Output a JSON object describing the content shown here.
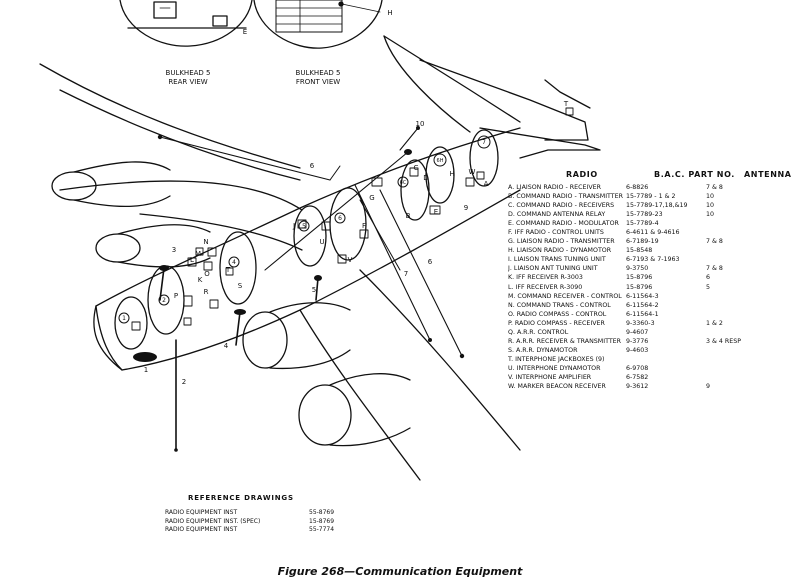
{
  "bulkheads": [
    {
      "line1": "BULKHEAD 5",
      "line2": "REAR VIEW"
    },
    {
      "line1": "BULKHEAD 5",
      "line2": "FRONT VIEW"
    }
  ],
  "bulkhead_marks": {
    "e": "E",
    "h": "H"
  },
  "callouts": {
    "n1": "1",
    "n2": "2",
    "n3": "3",
    "n4": "4",
    "n5": "5",
    "n6a": "6",
    "n6b": "6",
    "n7": "7",
    "n9": "9",
    "n10": "10",
    "cA": "A",
    "cB": "B",
    "cC": "C",
    "cD": "D",
    "cE": "E",
    "cF": "F",
    "cG": "G",
    "cH": "H",
    "cJ": "J",
    "cK": "K",
    "cL": "L",
    "cM": "M",
    "cN": "N",
    "cO": "O",
    "cP": "P",
    "cR": "R",
    "cS": "S",
    "cT": "T",
    "cU": "U",
    "cV": "V",
    "cW": "W",
    "cT2": "T",
    "z1": "1",
    "z2": "2",
    "z4": "4",
    "z5": "5",
    "z6": "6",
    "z6h": "6H",
    "z6c": "6C",
    "z7": "7"
  },
  "table": {
    "headers": [
      "RADIO",
      "B.A.C. PART NO.",
      "ANTENNA"
    ],
    "rows": [
      [
        "A. LIAISON RADIO - RECEIVER",
        "6-8826",
        "7 & 8"
      ],
      [
        "B. COMMAND RADIO - TRANSMITTER",
        "15-7789 - 1 & 2",
        "10"
      ],
      [
        "C. COMMAND RADIO - RECEIVERS",
        "15-7789-17,18,&19",
        "10"
      ],
      [
        "D. COMMAND ANTENNA RELAY",
        "15-7789-23",
        "10"
      ],
      [
        "E. COMMAND RADIO - MODULATOR",
        "15-7789-4",
        ""
      ],
      [
        "F. IFF RADIO - CONTROL UNITS",
        "6-4611 & 9-4616",
        ""
      ],
      [
        "G. LIAISON RADIO - TRANSMITTER",
        "6-7189-19",
        "7 & 8"
      ],
      [
        "H. LIAISON RADIO - DYNAMOTOR",
        "15-8548",
        ""
      ],
      [
        "I. LIAISON TRANS TUNING UNIT",
        "6-7193 & 7-1963",
        ""
      ],
      [
        "J. LIAISON ANT TUNING UNIT",
        "9-3750",
        "7 & 8"
      ],
      [
        "K. IFF RECEIVER R-3003",
        "15-8796",
        "6"
      ],
      [
        "L. IFF RECEIVER R-3090",
        "15-8796",
        "5"
      ],
      [
        "M. COMMAND RECEIVER - CONTROL",
        "6-11564-3",
        ""
      ],
      [
        "N. COMMAND TRANS - CONTROL",
        "6-11564-2",
        ""
      ],
      [
        "O. RADIO COMPASS - CONTROL",
        "6-11564-1",
        ""
      ],
      [
        "P. RADIO COMPASS - RECEIVER",
        "9-3360-3",
        "1 & 2"
      ],
      [
        "Q. A.R.R. CONTROL",
        "9-4607",
        ""
      ],
      [
        "R. A.R.R. RECEIVER & TRANSMITTER",
        "9-3776",
        "3 & 4 RESP"
      ],
      [
        "S. A.R.R. DYNAMOTOR",
        "9-4603",
        ""
      ],
      [
        "T. INTERPHONE JACKBOXES (9)",
        "",
        ""
      ],
      [
        "U. INTERPHONE DYNAMOTOR",
        "6-9708",
        ""
      ],
      [
        "V. INTERPHONE AMPLIFIER",
        "6-7582",
        ""
      ],
      [
        "W. MARKER BEACON RECEIVER",
        "9-3612",
        "9"
      ]
    ]
  },
  "references": {
    "title": "REFERENCE DRAWINGS",
    "rows": [
      [
        "RADIO EQUIPMENT INST",
        "55-8769"
      ],
      [
        "RADIO EQUIPMENT INST. (SPEC)",
        "15-8769"
      ],
      [
        "RADIO EQUIPMENT INST",
        "55-7774"
      ]
    ]
  },
  "caption": "Figure 268—Communication Equipment"
}
